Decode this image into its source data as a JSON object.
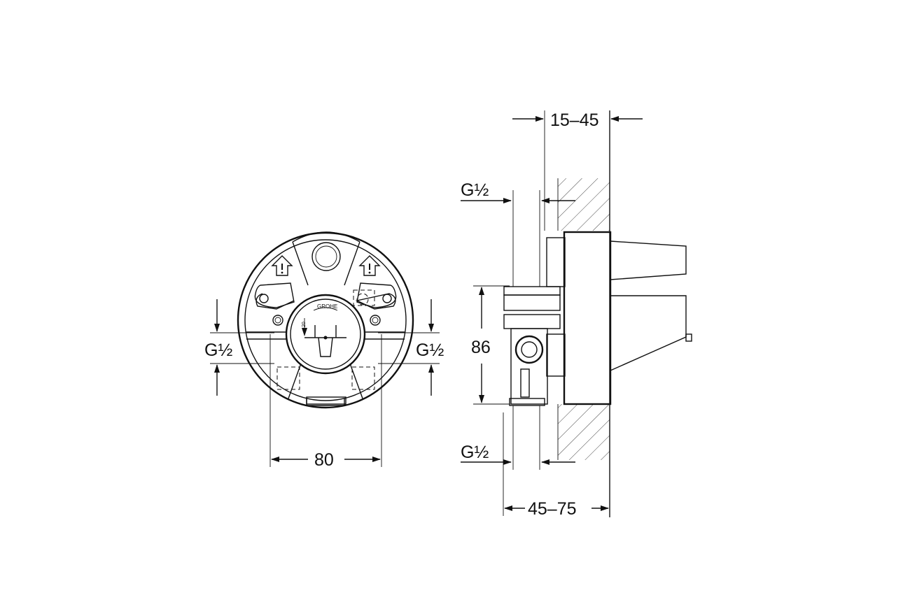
{
  "front_view": {
    "logo": "GROHE",
    "small_label": "20",
    "thread_left": "G½",
    "thread_right": "G½",
    "width_dimension": "80"
  },
  "side_view": {
    "top_dimension": "15–45",
    "thread_top": "G½",
    "height_dimension": "86",
    "thread_bottom": "G½",
    "bottom_dimension": "45–75"
  }
}
